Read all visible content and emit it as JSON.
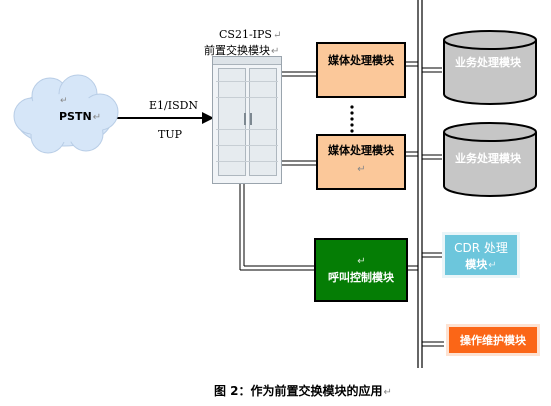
{
  "colors": {
    "media_box": "#fbc89a",
    "call_box": "#057d05",
    "cdr_box": "#6cc6dc",
    "ops_box": "#fb6617",
    "drum": "#c6c6c6",
    "cloud": "#d6e6f8"
  },
  "pstn": {
    "label": "PSTN",
    "mark": "↵"
  },
  "link": {
    "top_label": "E1/ISDN",
    "bottom_label": "TUP"
  },
  "ips": {
    "line1": "CS21-IPS",
    "line2": "前置交换模块",
    "mark": "↵"
  },
  "media1": {
    "label": "媒体处理模块"
  },
  "media2": {
    "label": "媒体处理模块",
    "mark": "↵"
  },
  "call_control": {
    "label": "呼叫控制模块",
    "mark": "↵"
  },
  "service1": {
    "label": "业务处理模块"
  },
  "service2": {
    "label": "业务处理模块"
  },
  "cdr": {
    "line1": "CDR 处理",
    "line2": "模块",
    "mark": "↵"
  },
  "ops": {
    "label": "操作维护模块"
  },
  "caption": {
    "label": "图 2：作为前置交换模块的应用",
    "mark": "↵"
  }
}
